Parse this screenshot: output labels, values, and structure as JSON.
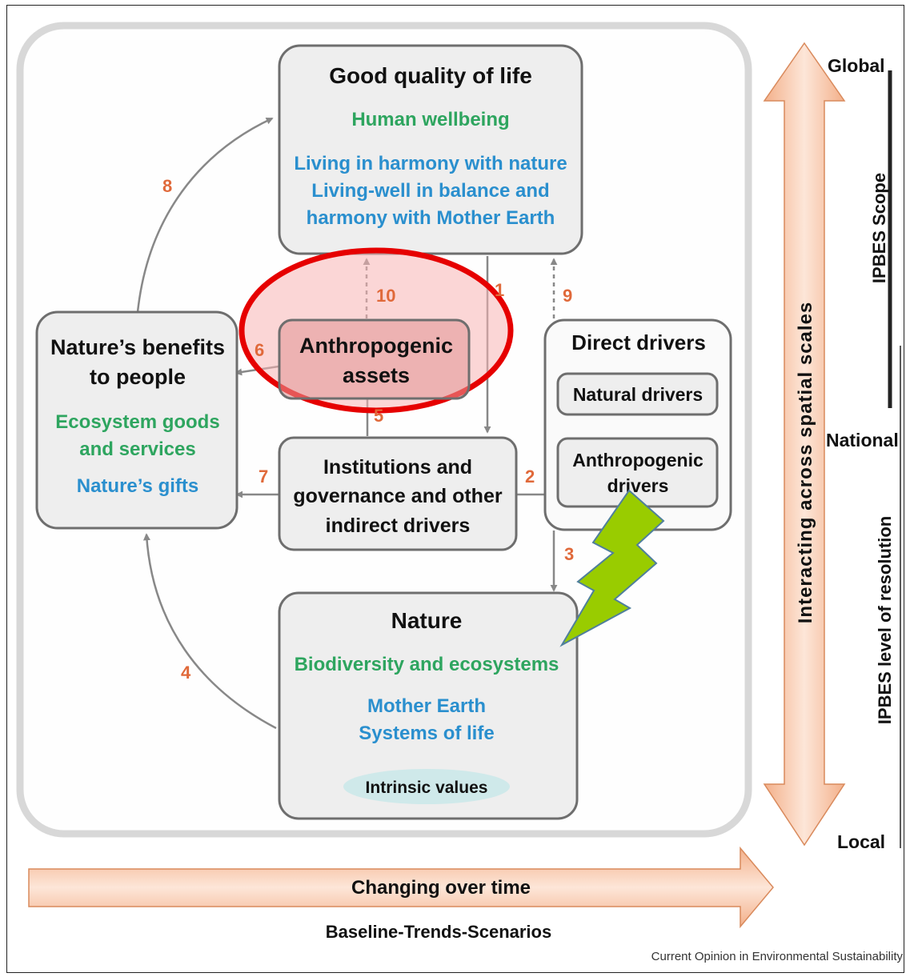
{
  "colors": {
    "green": "#2ea55f",
    "blue": "#2a8fce",
    "orange": "#e0693a",
    "box_fill": "#eeeeee",
    "box_stroke": "#6e6e6e",
    "arrow": "#888888",
    "highlight_fill": "#f7b4b4",
    "highlight_stroke": "#e60000",
    "lightning": "#99cc00",
    "scale_arrow": "#f6c6a6"
  },
  "quality_of_life": {
    "title": "Good quality of life",
    "subtitle_green": "Human wellbeing",
    "line_blue_1": "Living in harmony with nature",
    "line_blue_2": "Living-well in balance and",
    "line_blue_3": "harmony with Mother Earth"
  },
  "benefits": {
    "title_1": "Nature’s benefits",
    "title_2": "to people",
    "green_1": "Ecosystem goods",
    "green_2": "and services",
    "blue_1": "Nature’s gifts"
  },
  "assets": {
    "line_1": "Anthropogenic",
    "line_2": "assets"
  },
  "institutions": {
    "line_1": "Institutions and",
    "line_2": "governance and other",
    "line_3": "indirect drivers"
  },
  "direct_drivers": {
    "title": "Direct drivers",
    "natural": "Natural drivers",
    "anthro_1": "Anthropogenic",
    "anthro_2": "drivers"
  },
  "nature": {
    "title": "Nature",
    "green_1": "Biodiversity and ecosystems",
    "blue_1": "Mother Earth",
    "blue_2": "Systems of life",
    "intrinsic": "Intrinsic values"
  },
  "link_numbers": {
    "n1": "1",
    "n2": "2",
    "n3": "3",
    "n4": "4",
    "n5": "5",
    "n6": "6",
    "n7": "7",
    "n8": "8",
    "n9": "9",
    "n10": "10"
  },
  "scales": {
    "global": "Global",
    "national": "National",
    "local": "Local",
    "interacting": "Interacting across spatial scales",
    "ipbes_scope": "IPBES Scope",
    "ipbes_resolution": "IPBES level of resolution"
  },
  "time": {
    "changing": "Changing over time",
    "baseline": "Baseline-Trends-Scenarios"
  },
  "credit": "Current Opinion in Environmental Sustainability"
}
